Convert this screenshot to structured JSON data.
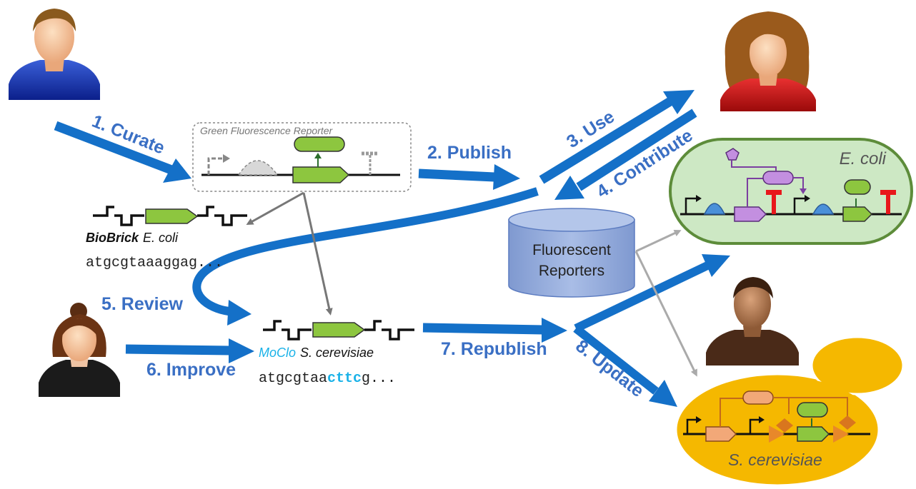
{
  "steps": {
    "curate": "1. Curate",
    "publish": "2. Publish",
    "use": "3. Use",
    "contribute": "4. Contribute",
    "review": "5. Review",
    "improve": "6. Improve",
    "republish": "7. Republish",
    "update": "8. Update"
  },
  "reporter_box": {
    "title": "Green Fluorescence Reporter"
  },
  "biobrick": {
    "label_1": "BioBrick",
    "label_2": "E. coli",
    "sequence": "atgcgtaaaggag..."
  },
  "moclo": {
    "label_1": "MoClo",
    "label_2": "S. cerevisiae",
    "seq_prefix": "atgcgtaa",
    "seq_highlight": "cttc",
    "seq_suffix": "g..."
  },
  "database": {
    "line1": "Fluorescent",
    "line2": "Reporters"
  },
  "ecoli_cell": {
    "label": "E. coli"
  },
  "yeast_cell": {
    "label": "S. cerevisiae"
  },
  "colors": {
    "arrow_blue": "#1470c8",
    "label_blue": "#3a6fc4",
    "cds_green": "#8dc63f",
    "ecoli_fill": "#cde8c4",
    "ecoli_border": "#5d8c3a",
    "yeast_fill": "#f5b800",
    "terminator_red": "#e8171b",
    "purple": "#7b3fa0",
    "highlight_cyan": "#1ab2e8",
    "database_blue": "#8faadc"
  },
  "icons": [
    "user-male-blue-icon",
    "user-female-red-icon",
    "user-female-black-icon",
    "user-male-dark-icon",
    "database-icon"
  ]
}
